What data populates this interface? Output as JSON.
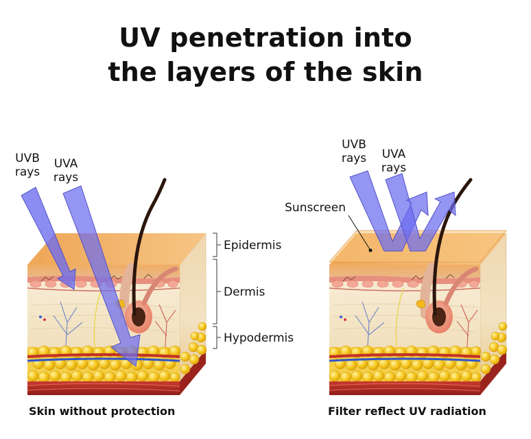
{
  "title": {
    "line1": "UV penetration into",
    "line2": "the layers of the skin"
  },
  "left_panel": {
    "uvb": {
      "line1": "UVB",
      "line2": "rays"
    },
    "uva": {
      "line1": "UVA",
      "line2": "rays"
    },
    "caption": "Skin without protection"
  },
  "right_panel": {
    "uvb": {
      "line1": "UVB",
      "line2": "rays"
    },
    "uva": {
      "line1": "UVA",
      "line2": "rays"
    },
    "sunscreen_label": "Sunscreen",
    "caption": "Filter reflect UV radiation"
  },
  "layers": {
    "epidermis": "Epidermis",
    "dermis": "Dermis",
    "hypodermis": "Hypodermis"
  },
  "colors": {
    "ray_fill": "#7070f0",
    "epidermis": "#f2b46a",
    "dermis": "#f6e8cc",
    "fat": "#f2c21a",
    "muscle": "#b52a24"
  }
}
